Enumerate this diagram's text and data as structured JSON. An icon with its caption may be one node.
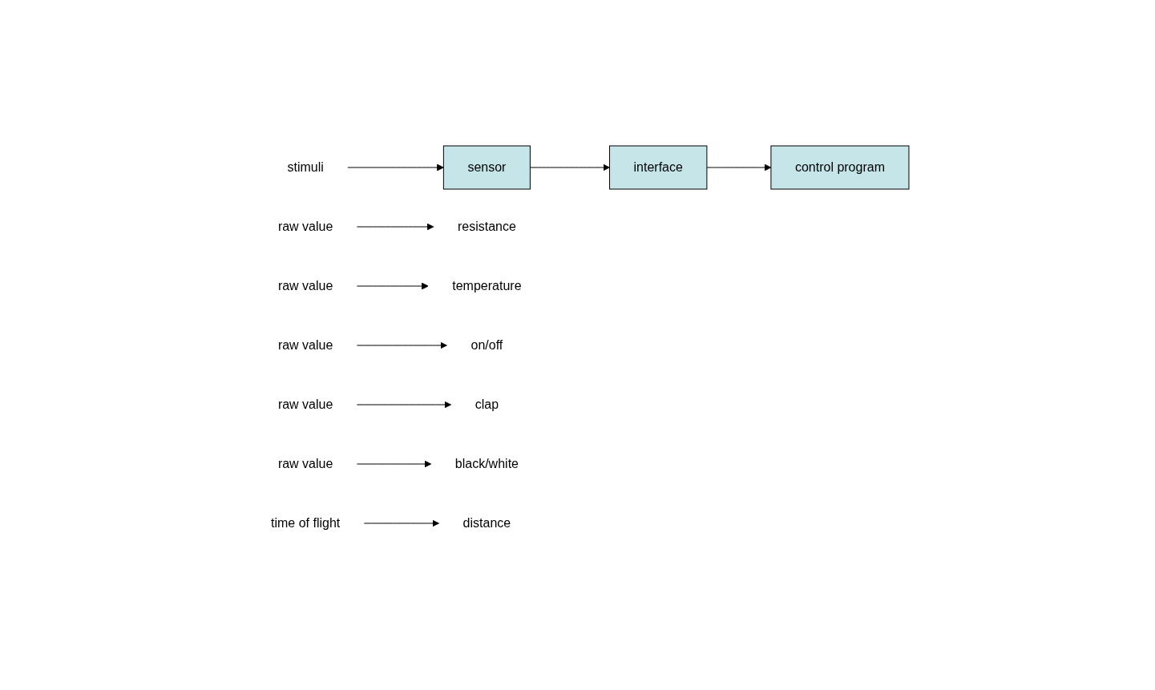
{
  "diagram": {
    "nodes": [
      {
        "text": [
          "stimuli"
        ]
      },
      {
        "text": [
          "sensor"
        ]
      },
      {
        "text": [
          "interface"
        ]
      },
      {
        "text": [
          "control program"
        ]
      },
      {
        "text": [
          "resistance"
        ]
      },
      {
        "text": [
          "raw value"
        ]
      },
      {
        "text": [
          "temperature"
        ]
      },
      {
        "text": [
          "raw value"
        ]
      },
      {
        "text": [
          "on/off"
        ]
      },
      {
        "text": [
          "raw value"
        ]
      },
      {
        "text": [
          "clap"
        ]
      },
      {
        "text": [
          "raw value"
        ]
      },
      {
        "text": [
          "black/white"
        ]
      },
      {
        "text": [
          "raw value"
        ]
      },
      {
        "text": [
          "distance"
        ]
      },
      {
        "text": [
          "time of flight"
        ]
      }
    ],
    "edges": [
      {
        "from": 0,
        "to": 1,
        "arrow": "to"
      },
      {
        "from": 1,
        "to": 2,
        "arrow": "to"
      },
      {
        "from": 2,
        "to": 3,
        "arrow": "to"
      },
      {
        "from": 5,
        "to": 4,
        "arrow": "to"
      },
      {
        "from": 7,
        "to": 6,
        "arrow": "to"
      },
      {
        "from": 9,
        "to": 8,
        "arrow": "to"
      },
      {
        "from": 11,
        "to": 10,
        "arrow": "to"
      },
      {
        "from": 13,
        "to": 12,
        "arrow": "to"
      },
      {
        "from": 15,
        "to": 14,
        "arrow": "to"
      }
    ]
  }
}
